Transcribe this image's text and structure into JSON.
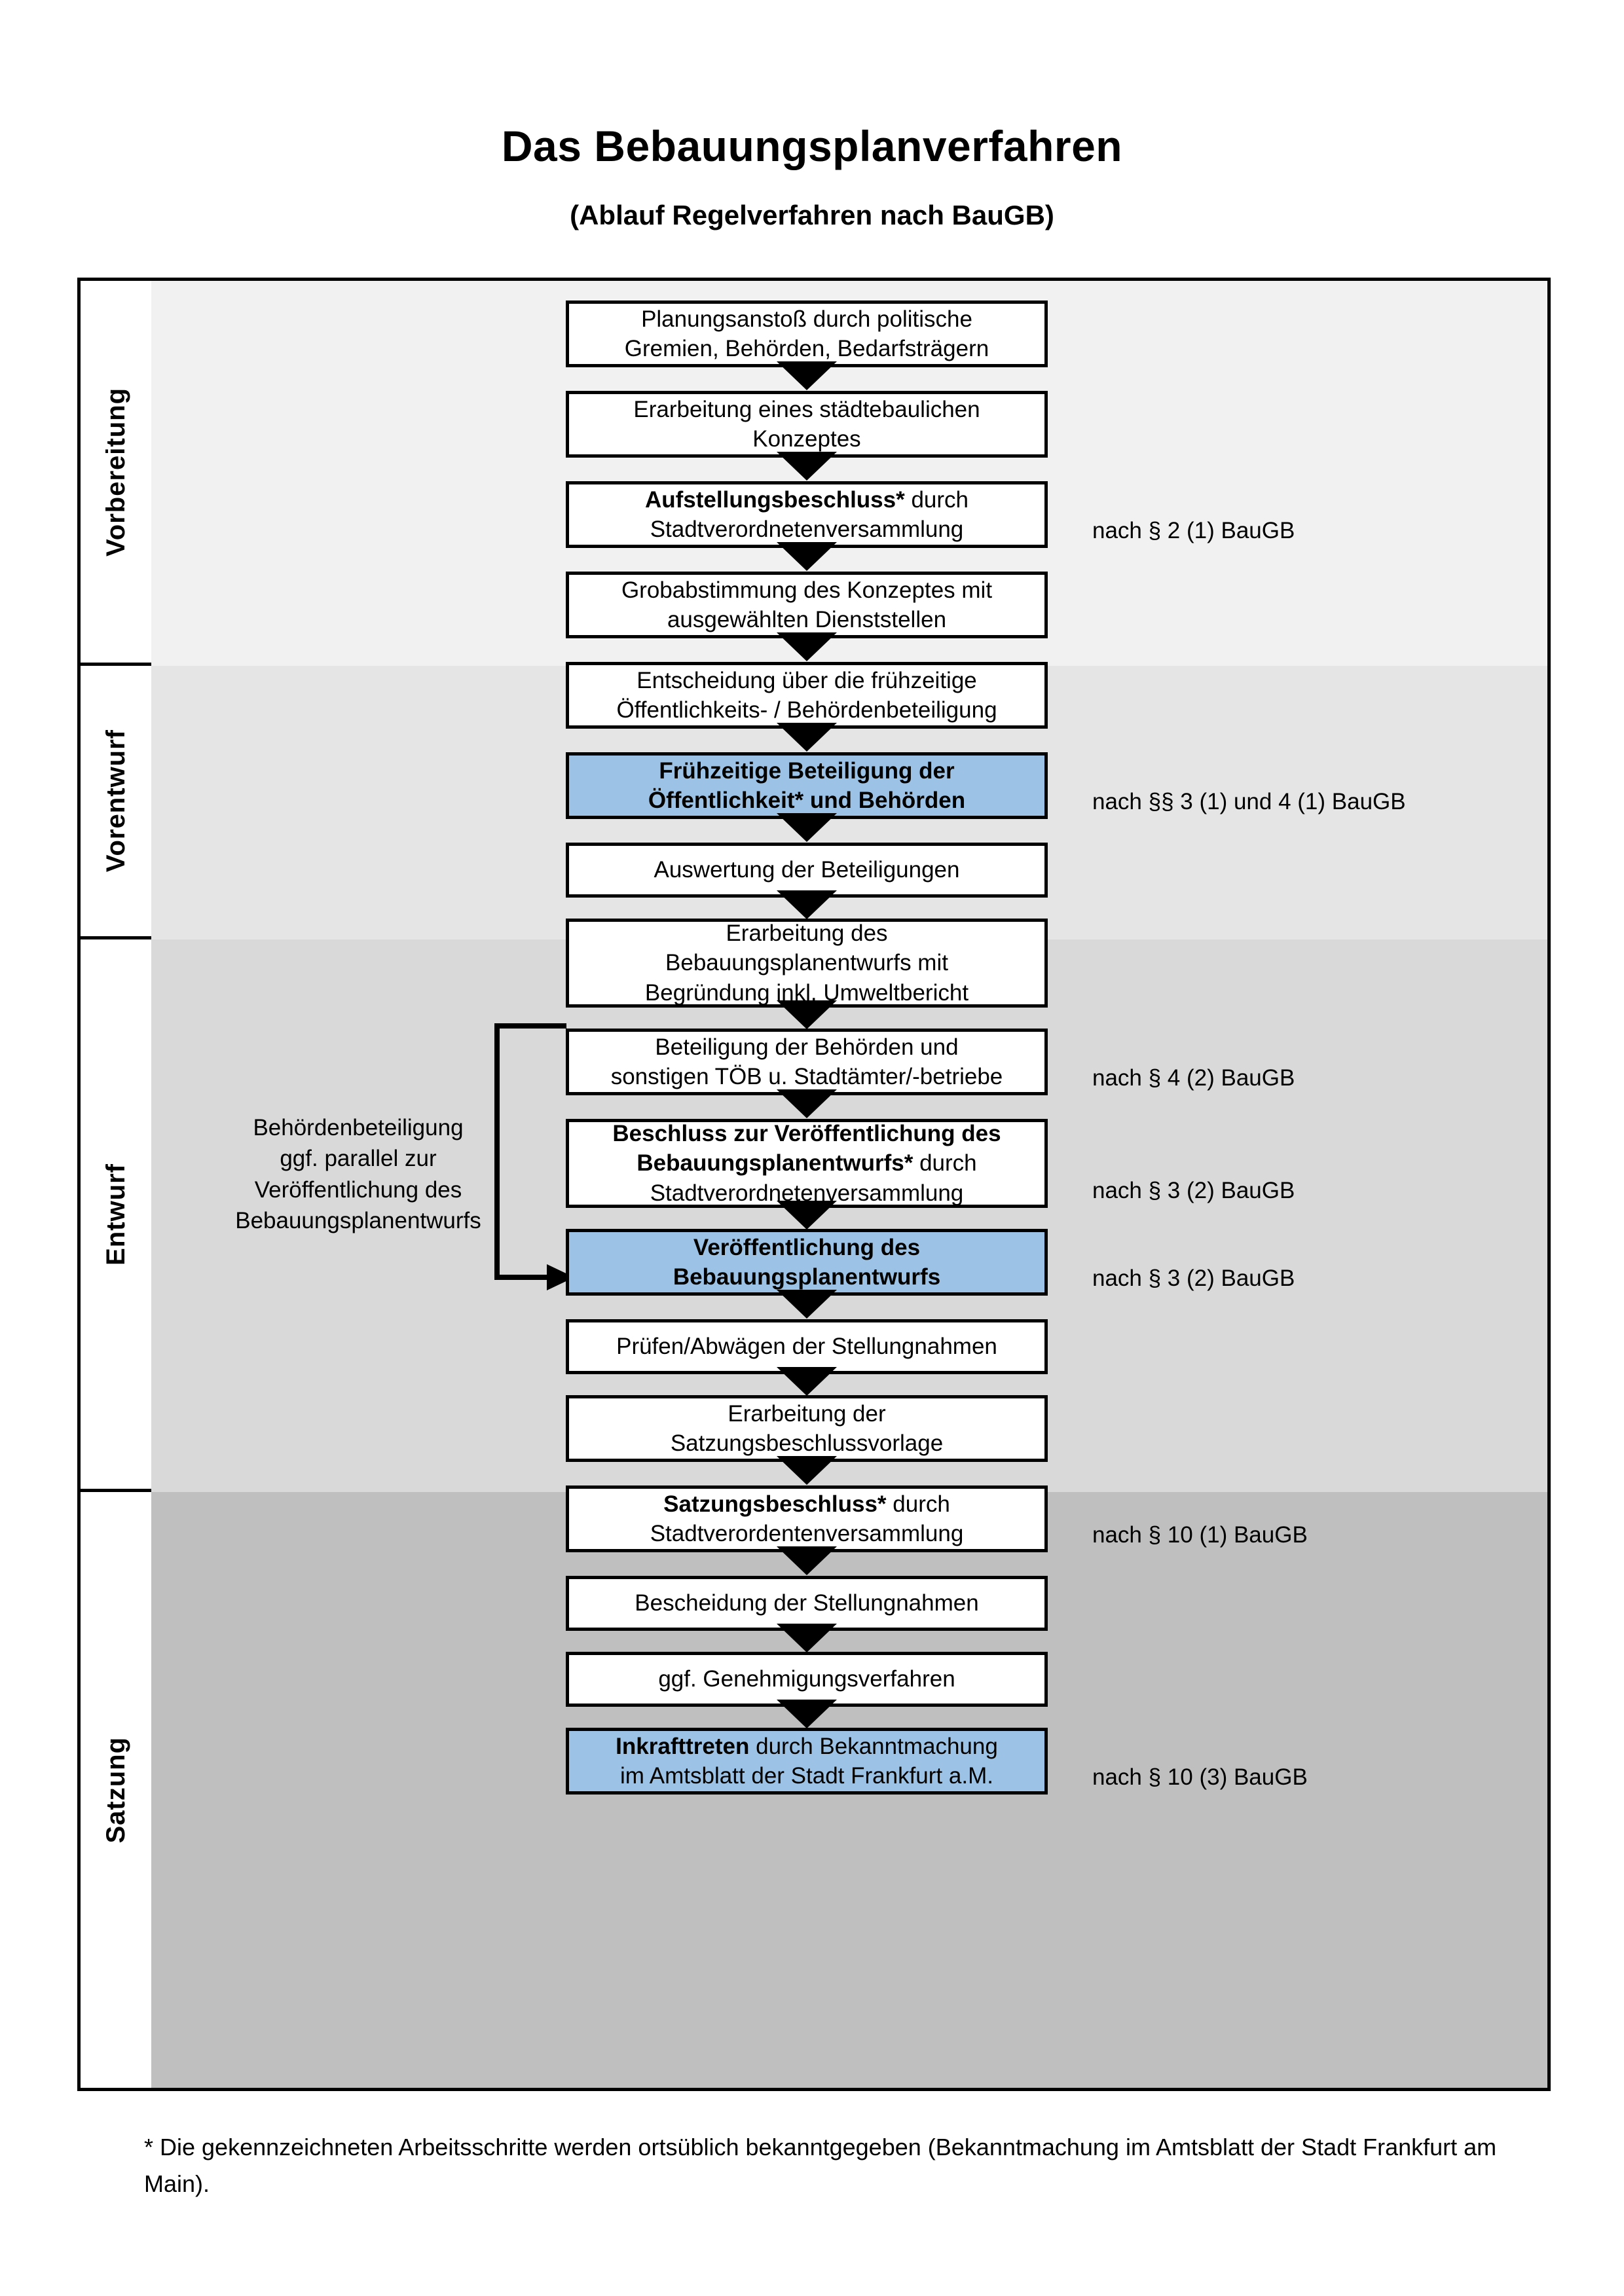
{
  "header": {
    "title": "Das Bebauungsplanverfahren",
    "subtitle": "(Ablauf Regelverfahren nach BauGB)"
  },
  "phases": [
    {
      "id": "vorbereitung",
      "label": "Vorbereitung",
      "band_color": "#F1F1F1"
    },
    {
      "id": "vorentwurf",
      "label": "Vorentwurf",
      "band_color": "#E5E5E5"
    },
    {
      "id": "entwurf",
      "label": "Entwurf",
      "band_color": "#D9D9D9"
    },
    {
      "id": "satzung",
      "label": "Satzung",
      "band_color": "#BFBFBF"
    }
  ],
  "steps": [
    {
      "id": "step-01",
      "phase": "vorbereitung",
      "bold": "",
      "text": "Planungsanstoß durch politische\nGremien, Behörden, Bedarfsträgern",
      "highlight": false
    },
    {
      "id": "step-02",
      "phase": "vorbereitung",
      "bold": "",
      "text": "Erarbeitung eines städtebaulichen\nKonzeptes",
      "highlight": false
    },
    {
      "id": "step-03",
      "phase": "vorbereitung",
      "bold": "Aufstellungsbeschluss*",
      "text": " durch\nStadtverordnetenversammlung",
      "highlight": false
    },
    {
      "id": "step-04",
      "phase": "vorentwurf",
      "bold": "",
      "text": "Grobabstimmung des Konzeptes mit\nausgewählten Dienststellen",
      "highlight": false
    },
    {
      "id": "step-05",
      "phase": "vorentwurf",
      "bold": "",
      "text": "Entscheidung über die frühzeitige\nÖffentlichkeits- / Behördenbeteiligung",
      "highlight": false
    },
    {
      "id": "step-06",
      "phase": "vorentwurf",
      "bold": "Frühzeitige Beteiligung der\nÖffentlichkeit* und Behörden",
      "text": "",
      "highlight": true
    },
    {
      "id": "step-07",
      "phase": "entwurf",
      "bold": "",
      "text": "Auswertung der Beteiligungen",
      "highlight": false
    },
    {
      "id": "step-08",
      "phase": "entwurf",
      "bold": "",
      "text": "Erarbeitung des\nBebauungsplanentwurfs mit\nBegründung inkl. Umweltbericht",
      "highlight": false
    },
    {
      "id": "step-09",
      "phase": "entwurf",
      "bold": "",
      "text": "Beteiligung der Behörden und\nsonstigen TÖB u. Stadtämter/-betriebe",
      "highlight": false
    },
    {
      "id": "step-10",
      "phase": "entwurf",
      "bold": "Beschluss zur Veröffentlichung des\nBebauungsplanentwurfs*",
      "text": " durch\nStadtverordnetenversammlung",
      "highlight": false
    },
    {
      "id": "step-11",
      "phase": "entwurf",
      "bold": "Veröffentlichung des\nBebauungsplanentwurfs",
      "text": "",
      "highlight": true
    },
    {
      "id": "step-12",
      "phase": "satzung",
      "bold": "",
      "text": "Prüfen/Abwägen der Stellungnahmen",
      "highlight": false
    },
    {
      "id": "step-13",
      "phase": "satzung",
      "bold": "",
      "text": "Erarbeitung der\nSatzungsbeschlussvorlage",
      "highlight": false
    },
    {
      "id": "step-14",
      "phase": "satzung",
      "bold": "Satzungsbeschluss*",
      "text": " durch\nStadtverordentenversammlung",
      "highlight": false
    },
    {
      "id": "step-15",
      "phase": "satzung",
      "bold": "",
      "text": "Bescheidung der Stellungnahmen",
      "highlight": false
    },
    {
      "id": "step-16",
      "phase": "satzung",
      "bold": "",
      "text": "ggf. Genehmigungsverfahren",
      "highlight": false
    },
    {
      "id": "step-17",
      "phase": "satzung",
      "bold": "Inkrafttreten",
      "text": " durch Bekanntmachung\nim Amtsblatt der Stadt Frankfurt a.M.",
      "highlight": true
    }
  ],
  "legal_refs": [
    {
      "id": "ref-1",
      "text": "nach § 2 (1) BauGB",
      "for_step": "step-03"
    },
    {
      "id": "ref-2",
      "text": "nach §§ 3 (1) und 4 (1) BauGB",
      "for_step": "step-06"
    },
    {
      "id": "ref-3",
      "text": "nach § 4 (2) BauGB",
      "for_step": "step-09"
    },
    {
      "id": "ref-4",
      "text": "nach § 3 (2) BauGB",
      "for_step": "step-10"
    },
    {
      "id": "ref-5",
      "text": "nach § 3 (2) BauGB",
      "for_step": "step-11"
    },
    {
      "id": "ref-6",
      "text": "nach § 10 (1) BauGB",
      "for_step": "step-14"
    },
    {
      "id": "ref-7",
      "text": "nach § 10 (3) BauGB",
      "for_step": "step-17"
    }
  ],
  "side_note": {
    "text": "Behördenbeteiligung\nggf. parallel zur\nVeröffentlichung des\nBebauungsplanentwurfs"
  },
  "footnote": {
    "text": "* Die gekennzeichneten Arbeitsschritte werden ortsüblich bekanntgegeben (Bekanntmachung im Amtsblatt  der Stadt Frankfurt am Main)."
  },
  "colors": {
    "highlight_blue": "#9CC3E5",
    "band_1": "#F1F1F1",
    "band_2": "#E5E5E5",
    "band_3": "#D9D9D9",
    "band_4": "#BFBFBF",
    "stroke": "#000000"
  }
}
